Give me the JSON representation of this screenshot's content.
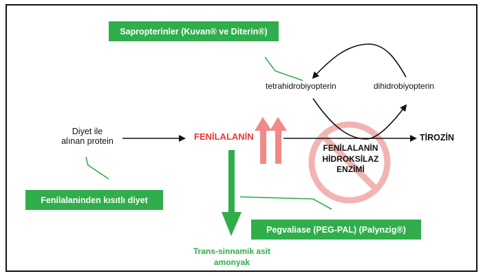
{
  "boxes": {
    "sapropterin": "Sapropterinler (Kuvan® ve Diterin®)",
    "diet": "Fenilalaninden kısıtlı diyet",
    "pegvaliase": "Pegvaliase (PEG-PAL) (Palynzig®)"
  },
  "nodes": {
    "diet_protein_line1": "Diyet ile",
    "diet_protein_line2": "alınan protein",
    "phenylalanine": "FENİLALANİN",
    "tetrahydro": "tetrahidrobiyopterin",
    "dihydro": "dihidrobiyopterin",
    "tyrosine": "TİROZİN",
    "enzyme_line1": "FENİLALANİN",
    "enzyme_line2": "HİDROKSİLAZ",
    "enzyme_line3": "ENZİMİ",
    "product_line1": "Trans-sinnamik asit",
    "product_line2": "amonyak"
  },
  "colors": {
    "green": "#2fae4b",
    "red": "#e53935",
    "up_arrow": "#f08a86",
    "no_sign": "#f2b4b2",
    "dark": "#111111"
  }
}
